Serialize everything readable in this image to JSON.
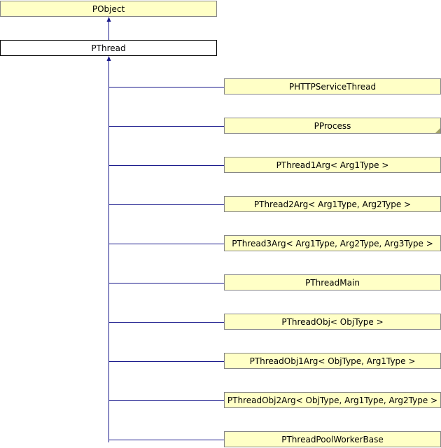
{
  "diagram": {
    "colors": {
      "edge": "#1a1a8c",
      "node_fill": "#ffffc6",
      "node_border": "#868686",
      "current_fill": "#ffffff",
      "current_border": "#000000"
    },
    "base": {
      "label": "PObject"
    },
    "current": {
      "label": "PThread"
    },
    "children": [
      {
        "label": "PHTTPServiceThread"
      },
      {
        "label": "PProcess",
        "has_more": true
      },
      {
        "label": "PThread1Arg< Arg1Type >"
      },
      {
        "label": "PThread2Arg< Arg1Type, Arg2Type >"
      },
      {
        "label": "PThread3Arg< Arg1Type, Arg2Type, Arg3Type >"
      },
      {
        "label": "PThreadMain"
      },
      {
        "label": "PThreadObj< ObjType >"
      },
      {
        "label": "PThreadObj1Arg< ObjType, Arg1Type >"
      },
      {
        "label": "PThreadObj2Arg< ObjType, Arg1Type, Arg2Type >"
      },
      {
        "label": "PThreadPoolWorkerBase"
      }
    ]
  }
}
